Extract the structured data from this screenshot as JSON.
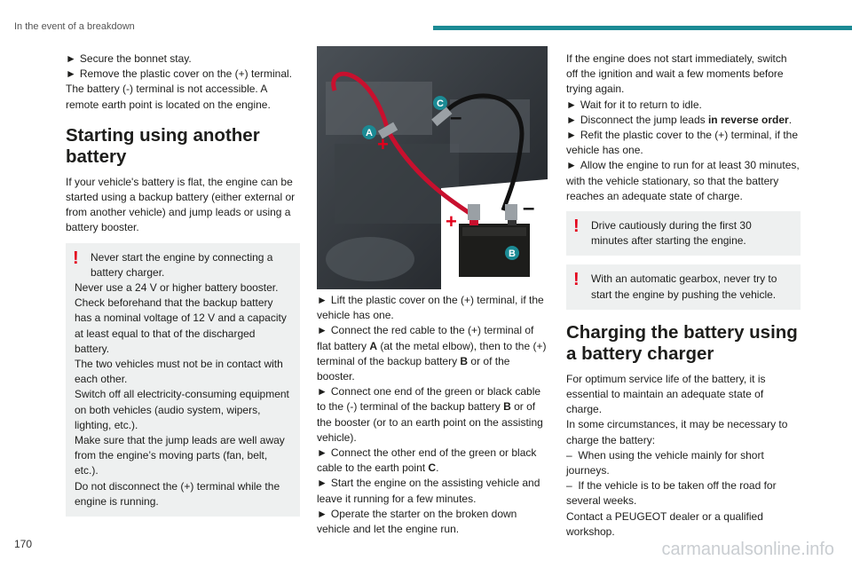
{
  "header": {
    "section": "In the event of a breakdown"
  },
  "page_number": "170",
  "watermark": "carmanualsonline.info",
  "col1": {
    "lines": [
      "Secure the bonnet stay.",
      "Remove the plastic cover on the (+) terminal."
    ],
    "para": "The battery (-) terminal is not accessible. A remote earth point is located on the engine.",
    "heading": "Starting using another battery",
    "intro": "If your vehicle's battery is flat, the engine can be started using a backup battery (either external or from another vehicle) and jump leads or using a battery booster.",
    "warning": [
      "Never start the engine by connecting a battery charger.",
      "Never use a 24 V or higher battery booster.",
      "Check beforehand that the backup battery has a nominal voltage of 12 V and a capacity at least equal to that of the discharged battery.",
      "The two vehicles must not be in contact with each other.",
      "Switch off all electricity-consuming equipment on both vehicles (audio system, wipers, lighting, etc.).",
      "Make sure that the jump leads are well away from the engine’s moving parts (fan, belt, etc.).",
      "Do not disconnect the (+) terminal while the engine is running."
    ]
  },
  "figure": {
    "label_a": "A",
    "label_b": "B",
    "label_c": "C",
    "plus": "+",
    "minus": "–"
  },
  "col2": {
    "s1": "Lift the plastic cover on the (+) terminal, if the vehicle has one.",
    "s2a": "Connect the red cable to the (+) terminal of flat battery ",
    "s2b": "A",
    "s2c": " (at the metal elbow), then to the (+) terminal of the backup battery ",
    "s2d": "B",
    "s2e": " or of the booster.",
    "s3a": "Connect one end of the green or black cable to the (-) terminal of the backup battery ",
    "s3b": "B",
    "s3c": " or of the booster (or to an earth point on the assisting vehicle).",
    "s4a": "Connect the other end of the green or black cable to the earth point ",
    "s4b": "C",
    "s4c": ".",
    "s5": "Start the engine on the assisting vehicle and leave it running for a few minutes.",
    "s6": "Operate the starter on the broken down vehicle and let the engine run."
  },
  "col3": {
    "p1": "If the engine does not start immediately, switch off the ignition and wait a few moments before trying again.",
    "s1": "Wait for it to return to idle.",
    "s2a": "Disconnect the jump leads ",
    "s2b": "in reverse order",
    "s2c": ".",
    "s3": "Refit the plastic cover to the (+) terminal, if the vehicle has one.",
    "s4": "Allow the engine to run for at least 30 minutes, with the vehicle stationary, so that the battery reaches an adequate state of charge.",
    "warn1": "Drive cautiously during the first 30 minutes after starting the engine.",
    "warn2": "With an automatic gearbox, never try to start the engine by pushing the vehicle.",
    "heading": "Charging the battery using a battery charger",
    "p2": "For optimum service life of the battery, it is essential to maintain an adequate state of charge.",
    "p3": "In some circumstances, it may be necessary to charge the battery:",
    "d1": "When using the vehicle mainly for short journeys.",
    "d2": "If the vehicle is to be taken off the road for several weeks.",
    "p4": "Contact a PEUGEOT dealer or a qualified workshop."
  },
  "colors": {
    "accent": "#1b8a94",
    "warning": "#e3001b",
    "box": "#eef0f0"
  }
}
